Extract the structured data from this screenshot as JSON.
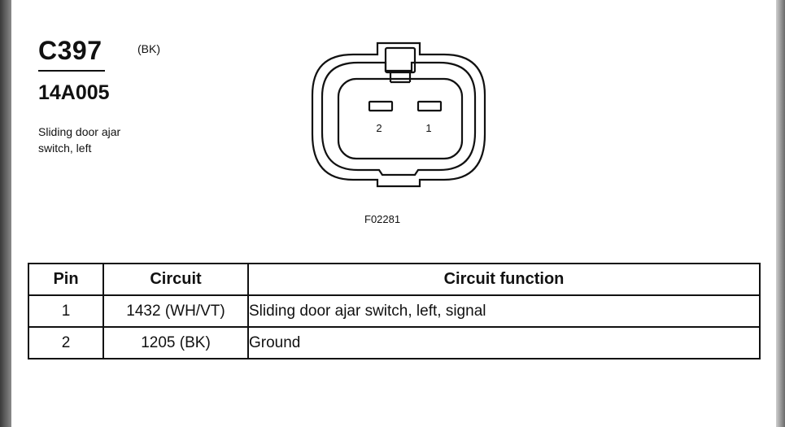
{
  "connector": {
    "id": "C397",
    "color": "(BK)",
    "part_number": "14A005",
    "description_lines": [
      "Sliding door ajar",
      "switch, left"
    ]
  },
  "diagram": {
    "pin_labels": [
      "2",
      "1"
    ],
    "figure_id": "F02281"
  },
  "table": {
    "headers": [
      "Pin",
      "Circuit",
      "Circuit function"
    ],
    "rows": [
      {
        "pin": "1",
        "circuit": "1432 (WH/VT)",
        "function": "Sliding door ajar switch, left, signal"
      },
      {
        "pin": "2",
        "circuit": "1205 (BK)",
        "function": "Ground"
      }
    ]
  }
}
